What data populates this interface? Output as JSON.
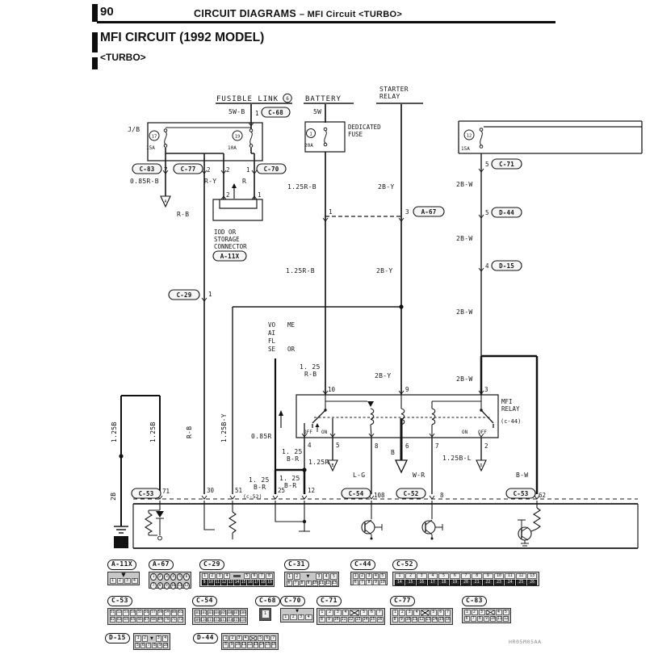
{
  "header": {
    "page_number": "90",
    "chapter_title": "CIRCUIT DIAGRAMS",
    "chapter_subtitle": "– MFI Circuit  <TURBO>",
    "title": "MFI CIRCUIT (1992 MODEL)",
    "variant": "<TURBO>"
  },
  "d": {
    "fusible_link": "FUSIBLE LINK",
    "fusible_link_no": "6",
    "battery": "BATTERY",
    "starter_relay_l1": "STARTER",
    "starter_relay_l2": "RELAY",
    "dedicated_l1": "DEDICATED",
    "dedicated_l2": "FUSE",
    "junction_block": "J/B",
    "fuse17_no": "17",
    "fuse17_rating": "15A",
    "fuse19_no": "19",
    "fuse19_rating": "10A",
    "fuse1_no": "1",
    "fuse1_rating": "20A",
    "fuse12_no": "12",
    "fuse12_rating": "15A",
    "ref_c68": "C-68",
    "ref_c83": "C-83",
    "ref_c77": "C-77",
    "ref_c70": "C-70",
    "ref_c29": "C-29",
    "ref_a11x": "A-11X",
    "ref_a67": "A-67",
    "ref_c71": "C-71",
    "ref_d44": "D-44",
    "ref_d15": "D-15",
    "ref_c53": "C-53",
    "ref_c54": "C-54",
    "ref_c52": "C-52",
    "ref_c44_small": "(c-44)",
    "ref_c52_small": "(c-52)",
    "pin1": "1",
    "pin2": "2",
    "pin3": "3",
    "pin4": "4",
    "pin5": "5",
    "pin6": "6",
    "pin7": "7",
    "pin8": "8",
    "pin9": "9",
    "pin10": "10",
    "pin12": "12",
    "pin25": "25",
    "pin30": "30",
    "pin51": "51",
    "pin62": "62",
    "pin71": "71",
    "pin108": "108",
    "w_5wb": "5W-B",
    "w_5w": "5W",
    "w_085rb": "0.85R-B",
    "w_rb": "R-B",
    "w_ry": "R-Y",
    "w_r": "R",
    "w_125rb": "1.25R-B",
    "w_125rb_l1": "1. 25",
    "w_125rb_l2": "R-B",
    "w_2by": "2B-Y",
    "w_2bw": "2B-W",
    "w_bw": "B-W",
    "w_125by": "1.25B-Y",
    "w_085r": "0.85R",
    "w_125b": "1.25B",
    "w_2b": "2B",
    "w_125br_l1": "1. 25",
    "w_125br_l2": "B-R",
    "w_125r": "1.25R",
    "w_b": "B",
    "w_lg": "L-G",
    "w_wr": "W-R",
    "w_125bl": "1.25B-L",
    "iod_l1": "IOD OR",
    "iod_l2": "STORAGE",
    "iod_l3": "CONNECTOR",
    "relay_l1": "MFI",
    "relay_l2": "RELAY",
    "sw_off": "OFF",
    "sw_on": "ON",
    "sens_1": "VO",
    "sens_2": "ME",
    "sens_3": "AI",
    "sens_4": "FL",
    "sens_5": "SE",
    "sens_6": "OR",
    "arrow_a": "A",
    "arrow_b": "B",
    "arrow_d": "D",
    "ground_no": "2",
    "doc_code": "HR05M05AA"
  },
  "legend": {
    "connectors": [
      {
        "id": "A-11X",
        "label": "A-11X",
        "rows": [
          [
            "MARK"
          ],
          [
            "1",
            "2",
            "3",
            "4"
          ]
        ]
      },
      {
        "id": "A-67",
        "label": "A-67",
        "style": "circles",
        "rows": [
          [
            "1",
            "2",
            "3",
            "4",
            "5",
            "6"
          ],
          [
            "7",
            "8",
            "9",
            "10",
            "11",
            "12"
          ]
        ]
      },
      {
        "id": "C-29",
        "label": "C-29",
        "dark_row": 1,
        "rows": [
          [
            "1",
            "2",
            "3",
            "4",
            "GAP",
            "5",
            "6",
            "7",
            "8"
          ],
          [
            "9",
            "10",
            "11",
            "12",
            "13",
            "14",
            "15",
            "16",
            "17",
            "18",
            "19"
          ]
        ]
      },
      {
        "id": "C-31",
        "label": "C-31",
        "rows": [
          [
            "1",
            "2",
            "TRI",
            "3",
            "4",
            "5"
          ],
          [
            "6",
            "7",
            "8",
            "9",
            "10",
            "11",
            "12",
            "13"
          ]
        ]
      },
      {
        "id": "C-44",
        "label": "C-44",
        "rows": [
          [
            "1",
            "2",
            "3",
            "4",
            "5"
          ],
          [
            "6",
            "7",
            "8",
            "9",
            "10"
          ]
        ]
      },
      {
        "id": "C-52",
        "label": "C-52",
        "dark_row": 1,
        "rows": [
          [
            "1",
            "2",
            "3",
            "4",
            "5",
            "6",
            "7",
            "8",
            "9",
            "10",
            "11",
            "12",
            "13"
          ],
          [
            "14",
            "15",
            "16",
            "17",
            "18",
            "19",
            "20",
            "21",
            "22",
            "23",
            "24",
            "25",
            "26"
          ]
        ]
      },
      {
        "id": "C-53",
        "label": "C-53",
        "rows": [
          [
            "51",
            "52",
            "53",
            "54",
            "55",
            "56",
            "57",
            "58",
            "59",
            "60",
            "61"
          ],
          [
            "62",
            "63",
            "64",
            "65",
            "66",
            "67",
            "68",
            "69",
            "70",
            "71",
            "72"
          ]
        ]
      },
      {
        "id": "C-54",
        "label": "C-54",
        "rows": [
          [
            "101",
            "102",
            "103",
            "104",
            "105",
            "106",
            "107",
            "108"
          ],
          [
            "109",
            "110",
            "111",
            "112",
            "113",
            "114",
            "115",
            "116"
          ]
        ]
      },
      {
        "id": "C-68",
        "label": "C-68",
        "rows": [
          [
            "1"
          ]
        ]
      },
      {
        "id": "C-70",
        "label": "C-70",
        "rows": [
          [
            "MARK"
          ],
          [
            "1",
            "2",
            "3",
            "4"
          ]
        ]
      },
      {
        "id": "C-71",
        "label": "C-71",
        "rows": [
          [
            "1",
            "2",
            "3",
            "4",
            "X",
            "5",
            "6",
            "7"
          ],
          [
            "8",
            "9",
            "10",
            "11",
            "12",
            "13",
            "14",
            "15",
            "16"
          ]
        ]
      },
      {
        "id": "C-77",
        "label": "C-77",
        "rows": [
          [
            "1",
            "2",
            "3",
            "4",
            "X",
            "5",
            "6",
            "7"
          ],
          [
            "8",
            "9",
            "10",
            "11",
            "12",
            "13",
            "14",
            "15",
            "16"
          ]
        ]
      },
      {
        "id": "C-83",
        "label": "C-83",
        "rows": [
          [
            "1",
            "2",
            "3",
            "X",
            "4",
            "5"
          ],
          [
            "6",
            "7",
            "8",
            "9",
            "10",
            "11",
            "12"
          ]
        ]
      },
      {
        "id": "D-15",
        "label": "D-15",
        "side": true,
        "rows": [
          [
            "1",
            "2",
            "TRI",
            "3",
            "4"
          ],
          [
            "5",
            "6",
            "7",
            "8",
            "9",
            "10"
          ]
        ]
      },
      {
        "id": "D-44",
        "label": "D-44",
        "side": true,
        "rows": [
          [
            "1",
            "2",
            "3",
            "4",
            "X",
            "5",
            "6",
            "7"
          ],
          [
            "8",
            "9",
            "10",
            "11",
            "12",
            "13",
            "14",
            "15",
            "16"
          ]
        ]
      }
    ]
  }
}
